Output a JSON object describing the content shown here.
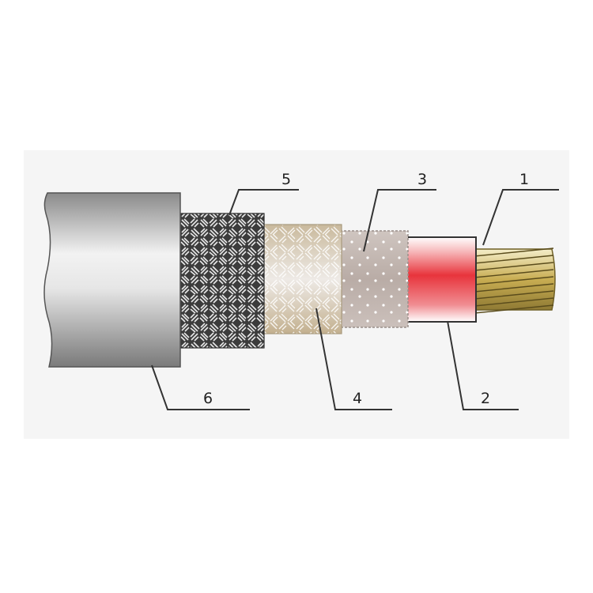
{
  "diagram": {
    "background_color": "#ffffff",
    "panel_color": "#f6f6f6",
    "line_color": "#333333",
    "layers": [
      {
        "number": "1",
        "component": "conductor",
        "color": "#d2bc6a"
      },
      {
        "number": "2",
        "component": "insulation",
        "color": "#e8434a"
      },
      {
        "number": "3",
        "component": "dotted-wrap",
        "color": "#c8bcb6"
      },
      {
        "number": "4",
        "component": "inner-braid",
        "color": "#d9d0cc"
      },
      {
        "number": "5",
        "component": "outer-braid",
        "color": "#474747"
      },
      {
        "number": "6",
        "component": "outer-jacket",
        "color": "#bdbdbd"
      }
    ]
  }
}
